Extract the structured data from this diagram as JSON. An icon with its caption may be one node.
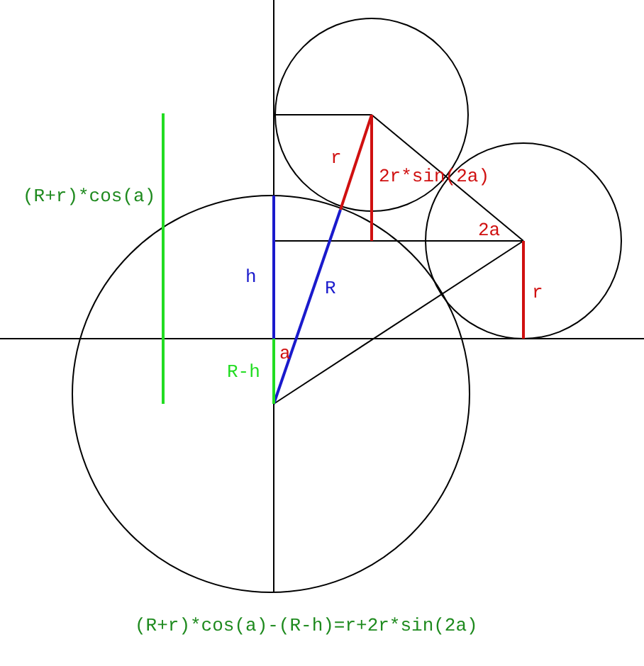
{
  "diagram": {
    "labels": [
      "(R+r)*cos(a)",
      "r",
      "2r*sin(2a)",
      "2a",
      "h",
      "R",
      "r",
      "a",
      "R-h",
      "(R+r)*cos(a)-(R-h)=r+2r*sin(2a)"
    ]
  }
}
